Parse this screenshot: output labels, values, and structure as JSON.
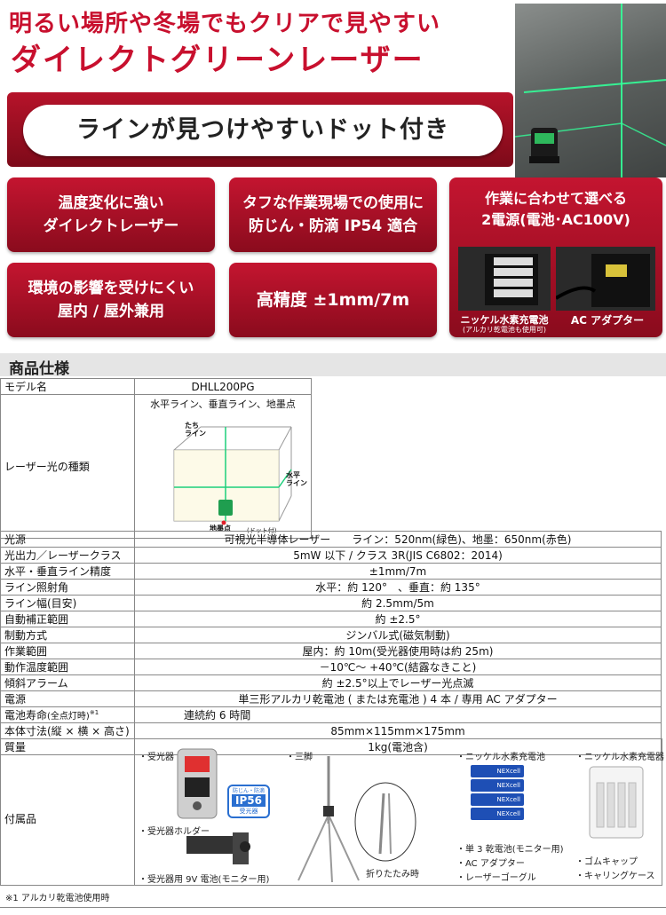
{
  "headline": {
    "line1": "明るい場所や冬場でもクリアで見やすい",
    "line2": "ダイレクトグリーンレーザー"
  },
  "banner": "ラインが見つけやすいドット付き",
  "features": {
    "f1": [
      "温度変化に強い",
      "ダイレクトレーザー"
    ],
    "f2": [
      "タフな作業現場での使用に",
      "防じん・防滴 IP54 適合"
    ],
    "f3": [
      "作業に合わせて選べる",
      "2電源(電池･AC100V)"
    ],
    "f4": [
      "環境の影響を受けにくい",
      "屋内 / 屋外兼用"
    ],
    "f5": [
      "高精度 ±1mm/7m"
    ]
  },
  "power_photos": {
    "battery": "ニッケル水素充電池",
    "battery_note": "(アルカリ乾電池も使用可)",
    "adapter": "AC アダプター",
    "battery_brand": "NEXcell"
  },
  "spec_title": "商品仕様",
  "specs": {
    "model": {
      "k": "モデル名",
      "v": "DHLL200PG"
    },
    "laser": {
      "k": "レーザー光の種類",
      "v": "水平ライン、垂直ライン、地墨点",
      "d_tate": "たち\nライン",
      "d_suihei": "水平\nライン",
      "d_jisumi": "地墨点",
      "d_dot": "(ドット付)"
    },
    "rows": [
      {
        "k": "光源",
        "v": "可視光半導体レーザー　　ライン：520nm(緑色)、地墨：650nm(赤色)"
      },
      {
        "k": "光出力／レーザークラス",
        "v": "5mW 以下 / クラス 3R(JIS C6802：2014)"
      },
      {
        "k": "水平・垂直ライン精度",
        "v": "±1mm/7m"
      },
      {
        "k": "ライン照射角",
        "v": "水平：約 120°　、垂直：約 135°"
      },
      {
        "k": "ライン幅(目安)",
        "v": "約 2.5mm/5m"
      },
      {
        "k": "自動補正範囲",
        "v": "約 ±2.5°"
      },
      {
        "k": "制動方式",
        "v": "ジンバル式(磁気制動)"
      },
      {
        "k": "作業範囲",
        "v": "屋内：約 10m(受光器使用時は約 25m)"
      },
      {
        "k": "動作温度範囲",
        "v": "－10℃～ +40℃(結露なきこと)"
      },
      {
        "k": "傾斜アラーム",
        "v": "約 ±2.5°以上でレーザー光点滅"
      },
      {
        "k": "電源",
        "v": "単三形アルカリ乾電池 ( または充電池 ) 4 本 / 専用 AC アダプター"
      }
    ],
    "battery_life": {
      "k": "電池寿命",
      "k2": "(全点灯時)",
      "k3": "※1",
      "v": "連続約 6 時間"
    },
    "rows2": [
      {
        "k": "本体寸法(縦 × 横 × 高さ)",
        "v": "85mm×115mm×175mm"
      },
      {
        "k": "質量",
        "v": "1kg(電池含)"
      }
    ],
    "accessories": {
      "k": "付属品",
      "receiver": "・受光器",
      "receiver_badge1": "防じん・防滴",
      "receiver_badge2": "IP56",
      "receiver_badge3": "受光器",
      "holder": "・受光器ホルダー",
      "battery9v": "・受光器用 9V 電池(モニター用)",
      "tripod": "・三脚",
      "folded": "折りたたみ時",
      "nimh": "・ニッケル水素充電池",
      "aa": "・単 3 乾電池(モニター用)",
      "ac": "・AC アダプター",
      "goggles": "・レーザーゴーグル",
      "charger": "・ニッケル水素充電器",
      "cap": "・ゴムキャップ",
      "case": "・キャリングケース"
    }
  },
  "footnote": "※1 アルカリ乾電池使用時",
  "colors": {
    "brand_red": "#c8102e",
    "laser_green": "#1ccf7a",
    "laser_red": "#e0202a"
  }
}
